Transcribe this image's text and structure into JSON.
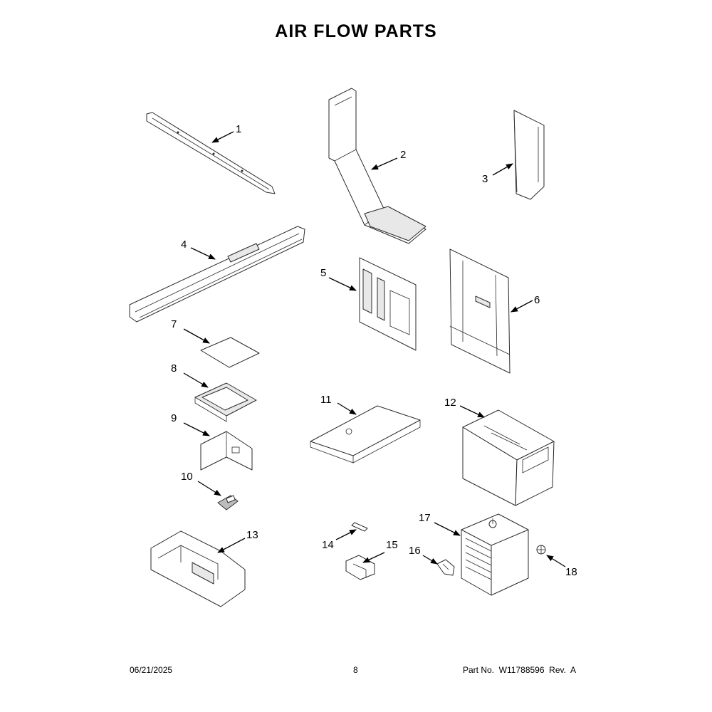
{
  "title": "AIR FLOW PARTS",
  "callouts": [
    "1",
    "2",
    "3",
    "4",
    "5",
    "6",
    "7",
    "8",
    "9",
    "10",
    "11",
    "12",
    "13",
    "14",
    "15",
    "16",
    "17",
    "18"
  ],
  "footer": {
    "date": "06/21/2025",
    "page": "8",
    "part_no": "Part No.  W11788596  Rev.  A"
  }
}
